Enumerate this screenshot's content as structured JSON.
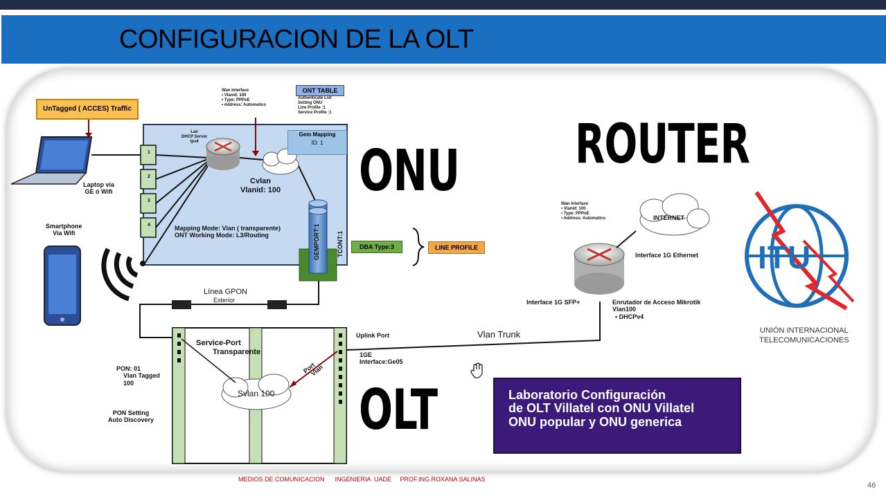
{
  "header": {
    "title": "CONFIGURACION DE LA OLT"
  },
  "labels": {
    "untagged": "UnTagged ( ACCES) Traffic",
    "laptop": [
      "Laptop via",
      "GE ó Wifi"
    ],
    "smartphone": [
      "Smartphone",
      "Via Wifi"
    ],
    "wan_interface_onu": [
      "Wan Interface",
      "• Vlanid: 100",
      "• Type: PPPoE",
      "• Address: Automatico"
    ],
    "ont_table": "ONT TABLE",
    "ont_table_items": [
      "Authenticate List",
      "Setting ONU",
      "Line Profile :1",
      "Service Profile :1"
    ],
    "lan_dhcp": [
      "Lan",
      "DHCP Server",
      "Ipv4"
    ],
    "gem_mapping": [
      "Gem Mapping",
      "ID: 1"
    ],
    "cvlan": [
      "Cvlan",
      "Vlanid: 100"
    ],
    "mapping_mode": [
      "Mapping Mode: Vlan ( transparente)",
      "ONT Working Mode: L3/Routing"
    ],
    "gemport": "GEMPORT:1",
    "tcont": "TCONT:1",
    "onu_big": "ONU",
    "dba": "DBA Type:3",
    "line_profile": "LINE PROFILE",
    "linea_gpon": "Línea GPON",
    "exterior": "Exterior",
    "service_port": [
      "Service-Port",
      "Transparente"
    ],
    "svlan": "Svlan 100",
    "port_vlan": [
      "Port",
      "Vlan"
    ],
    "uplink_port": "Uplink Port",
    "interface_ge05": [
      "1GE",
      "Interface:Ge05"
    ],
    "vlan_trunk": "Vlan Trunk",
    "pon": [
      "PON: 01",
      "Vlan Tagged",
      "100"
    ],
    "pon_setting": [
      "PON Setting",
      "Auto Discovery"
    ],
    "olt_big": "OLT",
    "router_big": "ROUTER",
    "wan_interface_router": [
      "Wan Interface",
      "• Vlanid: 100",
      "• Type: PPPoE",
      "• Address: Automatico"
    ],
    "internet": "INTERNET",
    "interface_1g_eth": "Interface 1G Ethernet",
    "interface_1g_sfp": "Interface 1G SFP+",
    "enrutador": [
      "Enrutador de Acceso Mikrotik",
      "Vlan100",
      "• DHCPv4"
    ],
    "itu_logo_text": "ITU",
    "itu_caption": [
      "UNIÓN INTERNACIONAL",
      "TELECOMUNICACIONES"
    ],
    "ports": [
      "1",
      "2",
      "3",
      "4"
    ]
  },
  "lab_box": {
    "lines": [
      "Laboratorio Configuración",
      "de OLT Villatel con ONU Villatel",
      "ONU popular y ONU generica"
    ]
  },
  "footer": {
    "text": "MEDIOS DE COMUNICACION      INGENIERIA  UADE     PROF.ING.ROXANA SALINAS",
    "page": "46"
  },
  "colors": {
    "title_band": "#1a6fc1",
    "onu_box": "#c5daf0",
    "olt_stripe": "#c5e0b4",
    "lab_box": "#3c1a7a",
    "untagged": "#fbbf52",
    "line_profile": "#f4a64e",
    "dba": "#70ad47",
    "itu_blue": "#1f6fb8",
    "itu_red": "#e0262a"
  }
}
